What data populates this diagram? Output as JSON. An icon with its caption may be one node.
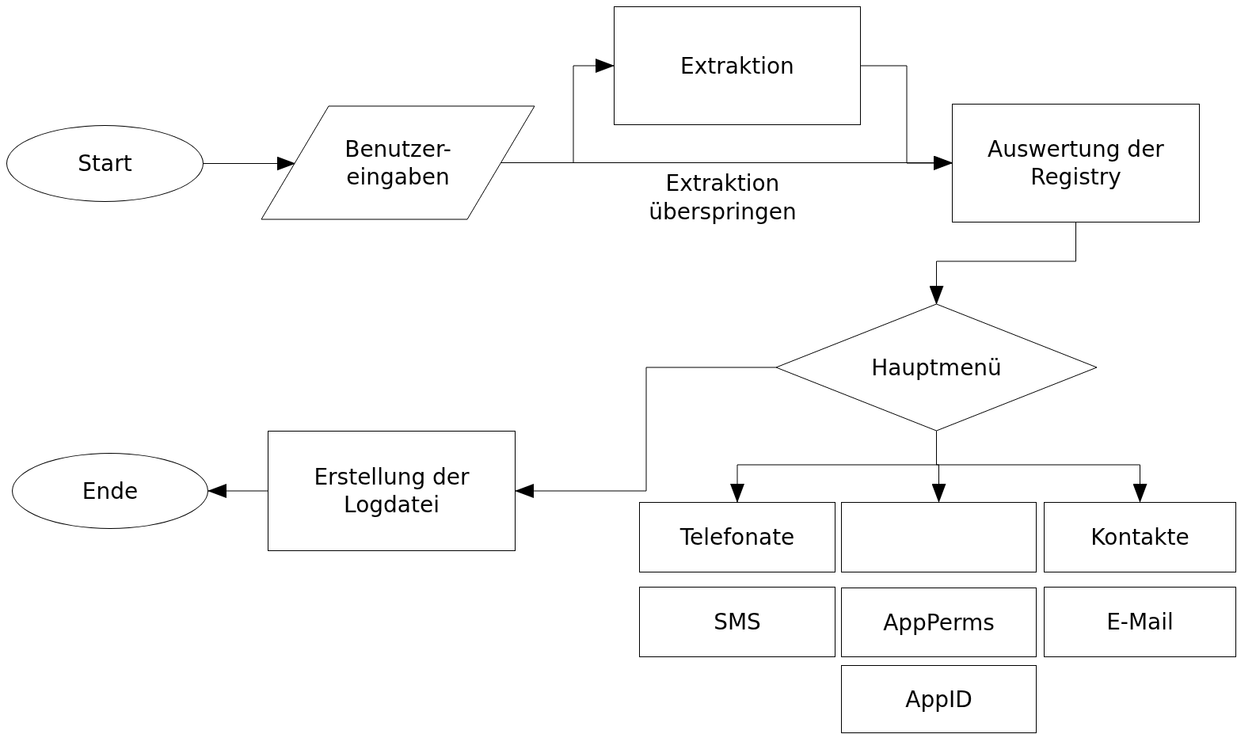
{
  "diagram": {
    "nodes": [
      {
        "text": [
          "Start"
        ]
      },
      {
        "text": [
          "Benutzer-eingaben"
        ]
      },
      {
        "text": [
          "Extraktion"
        ]
      },
      {
        "text": [
          "Auswertung der Registry"
        ]
      },
      {
        "text": [
          "Hauptmenü"
        ]
      },
      {
        "text": [
          "Erstellung der Logdatei"
        ]
      },
      {
        "text": [
          "Ende"
        ]
      },
      {
        "text": [
          "Telefonate"
        ]
      },
      {
        "text": [],
        "shape": "box"
      },
      {
        "text": [
          "Kontakte"
        ]
      },
      {
        "text": [
          "SMS"
        ]
      },
      {
        "text": [
          "AppPerms"
        ]
      },
      {
        "text": [
          "E-Mail"
        ]
      },
      {
        "text": [
          "AppID"
        ]
      }
    ],
    "edges": [
      {
        "from": 0,
        "to": 1,
        "arrow": "to"
      },
      {
        "from": 1,
        "to": 2,
        "arrow": "to"
      },
      {
        "from": 1,
        "to": 3,
        "arrow": "to",
        "label": "Extraktion überspringen"
      },
      {
        "from": 2,
        "to": 3,
        "arrow": "to"
      },
      {
        "from": 3,
        "to": 4,
        "arrow": "to"
      },
      {
        "from": 4,
        "to": 5,
        "arrow": "to"
      },
      {
        "from": 5,
        "to": 6,
        "arrow": "to"
      },
      {
        "from": 4,
        "to": 7,
        "arrow": "to"
      },
      {
        "from": 4,
        "to": 8,
        "arrow": "to"
      },
      {
        "from": 4,
        "to": 9,
        "arrow": "to"
      }
    ]
  }
}
